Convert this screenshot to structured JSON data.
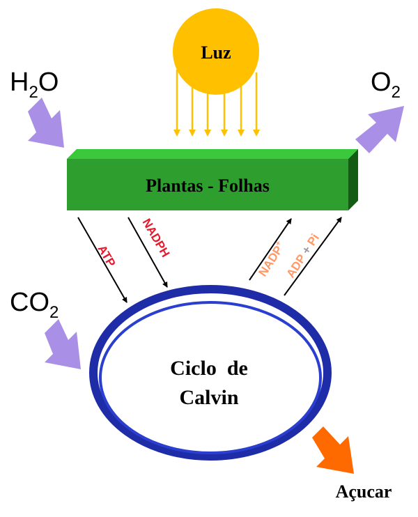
{
  "sun": {
    "label": "Luz"
  },
  "inputs": {
    "water": {
      "base": "H",
      "sub": "2",
      "tail": "O"
    },
    "co2": {
      "base": "CO",
      "sub": "2"
    }
  },
  "outputs": {
    "oxygen": {
      "base": "O",
      "sub": "2"
    },
    "sugar": "Açucar"
  },
  "leaf": {
    "label": "Plantas - Folhas"
  },
  "calvin": {
    "line1": "Ciclo  de",
    "line2": "Calvin"
  },
  "arrows": {
    "atp": "ATP",
    "nadph": "NADPH",
    "nadp": {
      "base": "NADP",
      "sup": "+"
    },
    "adp": {
      "part1": "ADP",
      "plus": " + ",
      "part2": "Pi"
    }
  },
  "colors": {
    "sun": "#ffc000",
    "leaf_front": "#2e9e2e",
    "leaf_top": "#3cc83c",
    "leaf_side": "#145c14",
    "ring": "#1f2ca8",
    "input_arrow": "#a98fe6",
    "sugar_arrow": "#ff6a00",
    "red_label": "#e8192c",
    "orange_label": "#ff9966",
    "gray_plus": "#999999"
  }
}
